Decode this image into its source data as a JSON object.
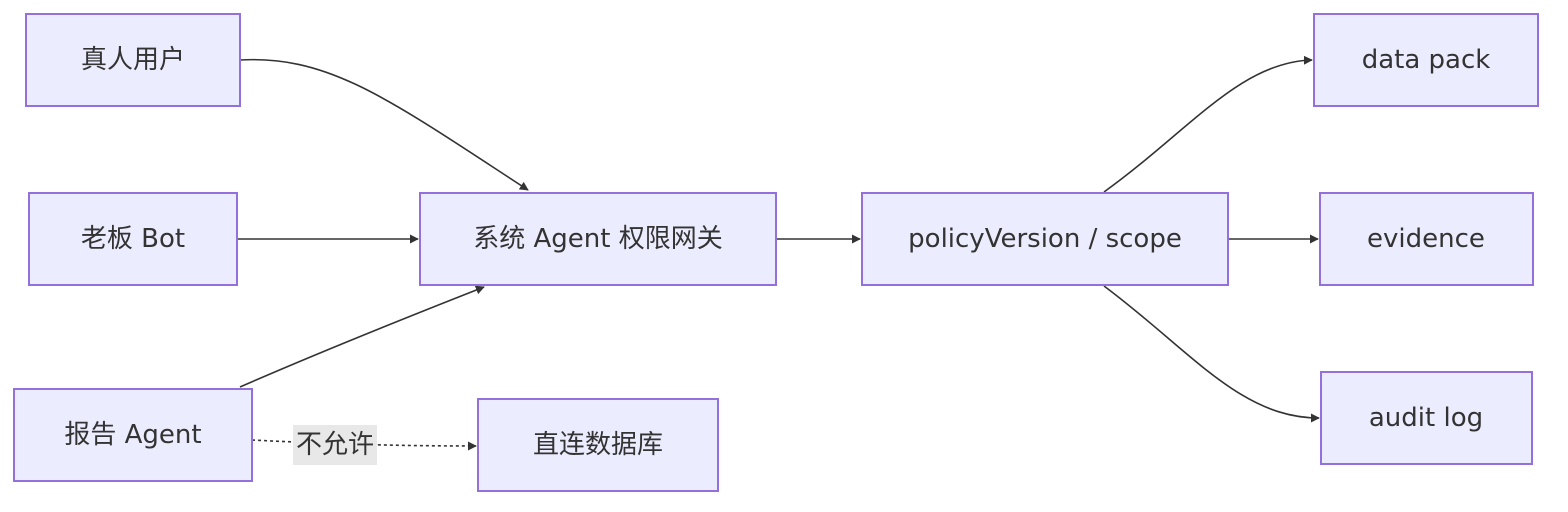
{
  "colors": {
    "node_fill": "#ECECFF",
    "node_stroke": "#9370DB",
    "edge_stroke": "#333333",
    "label_bg": "#e8e8e8",
    "text": "#333333"
  },
  "nodes": {
    "real_user": "真人用户",
    "boss_bot": "老板 Bot",
    "report_agent": "报告 Agent",
    "gateway": "系统 Agent 权限网关",
    "direct_db": "直连数据库",
    "policy": "policyVersion / scope",
    "data_pack": "data pack",
    "evidence": "evidence",
    "audit_log": "audit log"
  },
  "edges": [
    {
      "from": "real_user",
      "to": "gateway",
      "style": "solid"
    },
    {
      "from": "boss_bot",
      "to": "gateway",
      "style": "solid"
    },
    {
      "from": "report_agent",
      "to": "gateway",
      "style": "solid"
    },
    {
      "from": "report_agent",
      "to": "direct_db",
      "style": "dotted",
      "label": "不允许"
    },
    {
      "from": "gateway",
      "to": "policy",
      "style": "solid"
    },
    {
      "from": "policy",
      "to": "data_pack",
      "style": "solid"
    },
    {
      "from": "policy",
      "to": "evidence",
      "style": "solid"
    },
    {
      "from": "policy",
      "to": "audit_log",
      "style": "solid"
    }
  ]
}
